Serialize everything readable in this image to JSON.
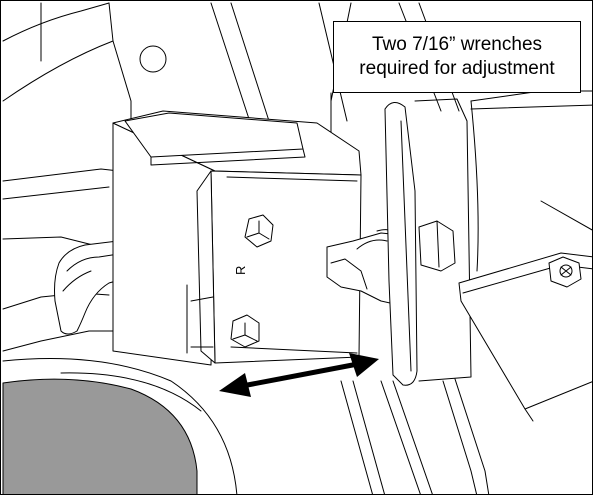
{
  "callout": {
    "line1": "Two 7/16” wrenches",
    "line2": "required for adjustment"
  },
  "side_marking": "R",
  "adjustment_arrow": {
    "type": "double-headed",
    "color": "#000000"
  },
  "colors": {
    "line": "#000000",
    "background": "#ffffff",
    "wheel": "#999999"
  }
}
